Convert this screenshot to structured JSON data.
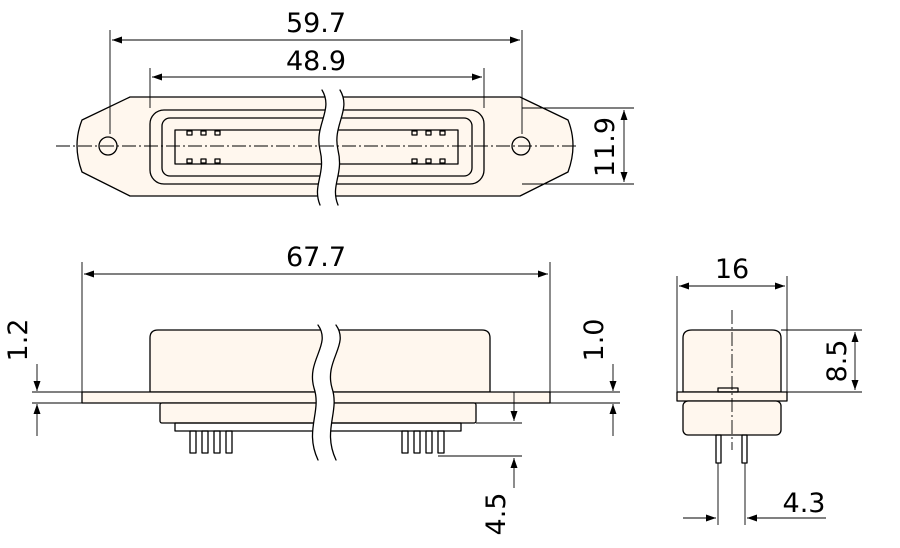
{
  "dimensions": {
    "top_overall_width": "59.7",
    "top_shell_width": "48.9",
    "top_height": "11.9",
    "front_overall_width": "67.7",
    "front_left_flange": "1.2",
    "front_right_flange": "1.0",
    "front_pin_length": "4.5",
    "side_width": "16",
    "side_height": "8.5",
    "side_pin_spacing": "4.3"
  },
  "colors": {
    "body_fill": "#fff7ee",
    "line": "#000000"
  }
}
